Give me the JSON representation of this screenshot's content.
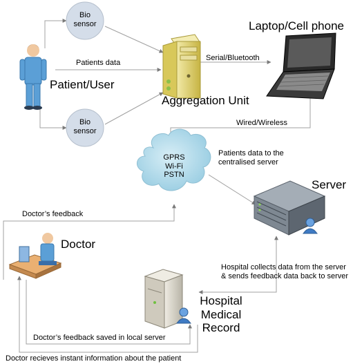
{
  "nodes": {
    "bio_sensor_top": "Bio\nsensor",
    "bio_sensor_bottom": "Bio\nsensor",
    "patient": "Patient/User",
    "aggregation": "Aggregation Unit",
    "laptop": "Laptop/Cell phone",
    "cloud": "GPRS\nWi-Fi\nPSTN",
    "server": "Server",
    "doctor": "Doctor",
    "hospital": "Hospital\nMedical\nRecord"
  },
  "edges": {
    "patients_data": "Patients data",
    "serial_bluetooth": "Serial/Bluetooth",
    "wired_wireless": "Wired/Wireless",
    "to_server": "Patients data to the\ncentralised server",
    "doctor_feedback": "Doctor’s feedback",
    "hospital_collects": "Hospital collects data from the server\n& sends feedback data back to server",
    "saved_local": "Doctor’s feedback saved in local server",
    "instant_info": "Doctor recieves instant information about the patient"
  },
  "colors": {
    "sensor_fill": "#d4dde9",
    "cloud_fill": "#b6dcea",
    "line": "#a0a0a0",
    "patient_blue": "#5b9fd6",
    "unit_yellow": "#e6d76a",
    "server_gray": "#6e7883"
  }
}
